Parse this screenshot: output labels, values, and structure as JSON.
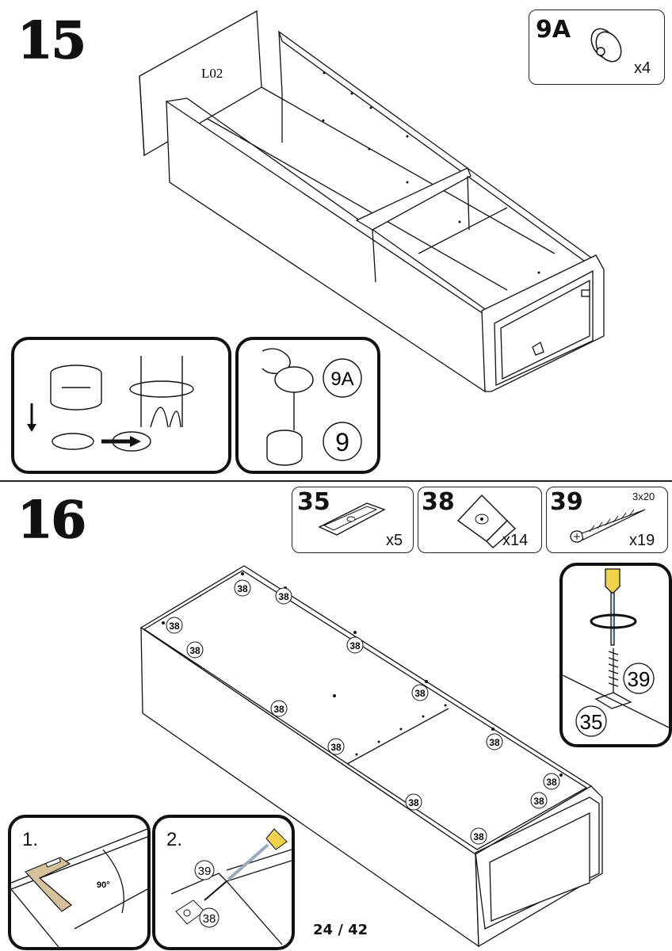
{
  "step15": {
    "number": "15",
    "panel_label": "L02",
    "part": {
      "id": "9A",
      "qty": "x4"
    },
    "callout_part_a": "9A",
    "callout_part_b": "9"
  },
  "step16": {
    "number": "16",
    "parts": [
      {
        "id": "35",
        "qty": "x5",
        "size": ""
      },
      {
        "id": "38",
        "qty": "x14",
        "size": ""
      },
      {
        "id": "39",
        "qty": "x19",
        "size": "3x20"
      }
    ],
    "bracket_label": "38",
    "screw_callout": "39",
    "plate_callout": "35",
    "detail1": {
      "title": "1.",
      "angle": "90°"
    },
    "detail2": {
      "title": "2.",
      "screw_label": "39",
      "bracket_label": "38"
    }
  },
  "footer": {
    "page": "24 / 42"
  }
}
